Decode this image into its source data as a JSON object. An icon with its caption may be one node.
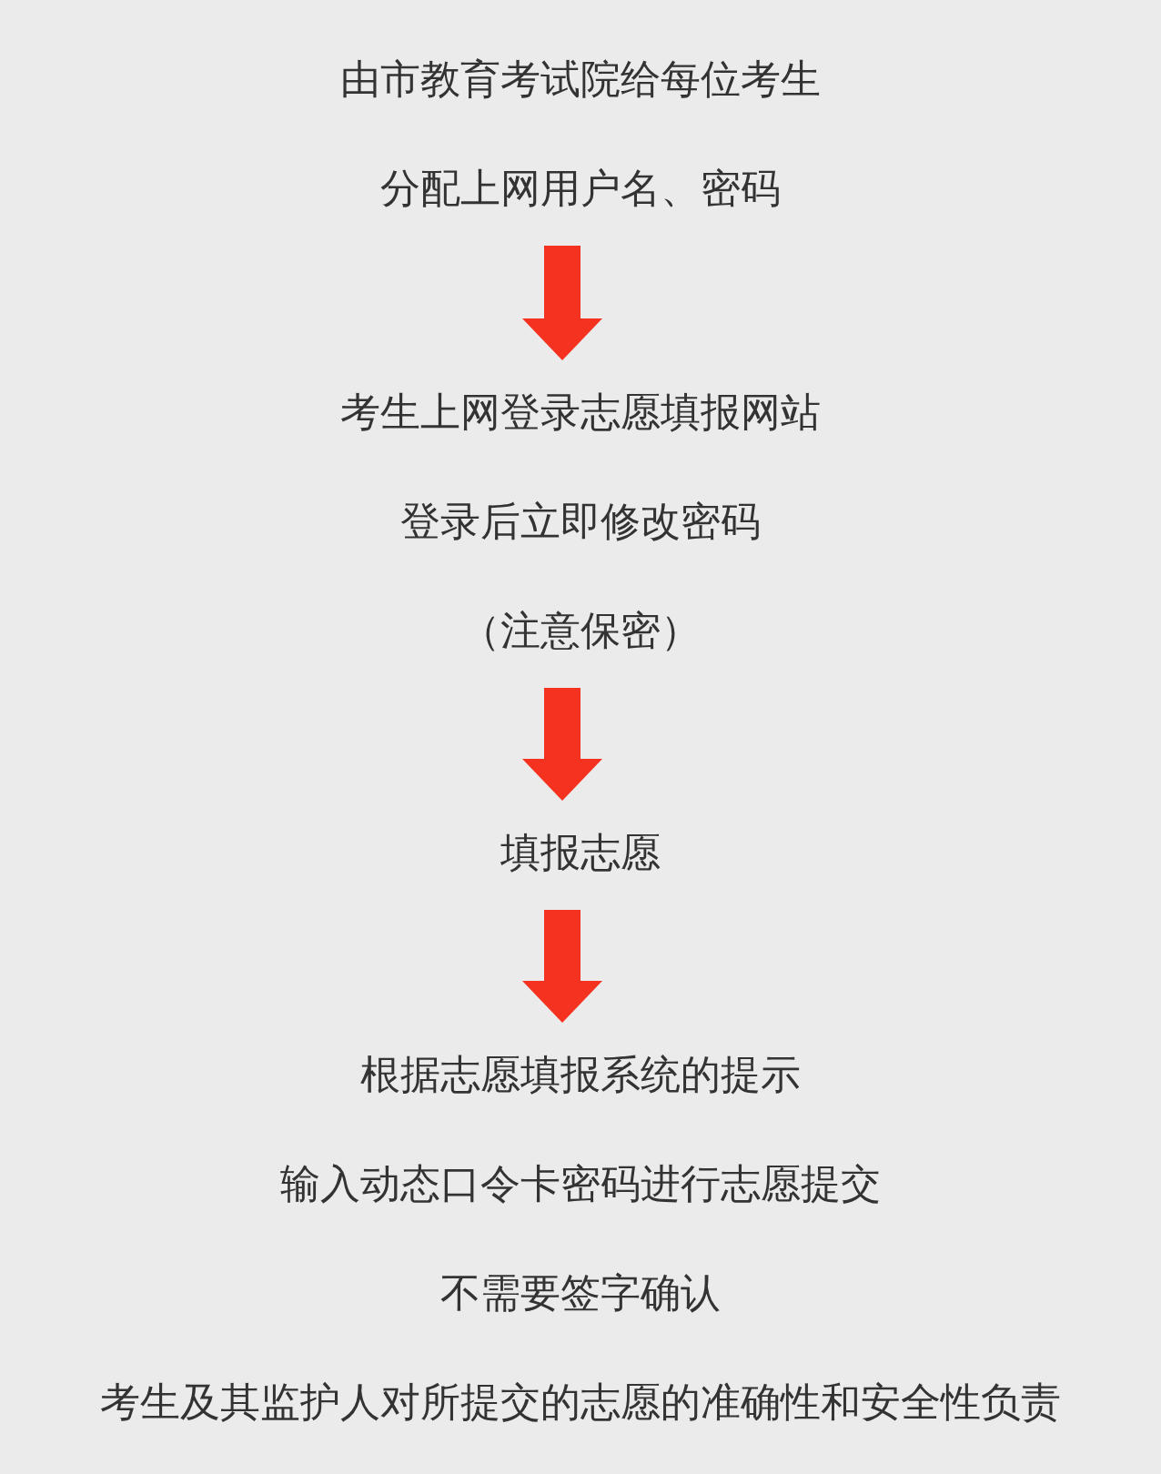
{
  "diagram": {
    "nodes": [
      {
        "text": [
          "由市教育考试院给每位考生分配上网用户名、密码"
        ]
      },
      {
        "text": [
          "考生上网登录志愿填报网站",
          "登录后立即修改密码",
          "（注意保密）"
        ]
      },
      {
        "text": [
          "填报志愿"
        ]
      },
      {
        "text": [
          "根据志愿填报系统的提示",
          "输入动态口令卡密码进行志愿提交",
          "不需要签字确认",
          "考生及其监护人对所提交的志愿的准确性和安全性负责"
        ]
      }
    ],
    "edges": [
      {
        "from": 0,
        "to": 1,
        "arrow": "to"
      },
      {
        "from": 1,
        "to": 2,
        "arrow": "to"
      },
      {
        "from": 2,
        "to": 3,
        "arrow": "to"
      }
    ]
  }
}
